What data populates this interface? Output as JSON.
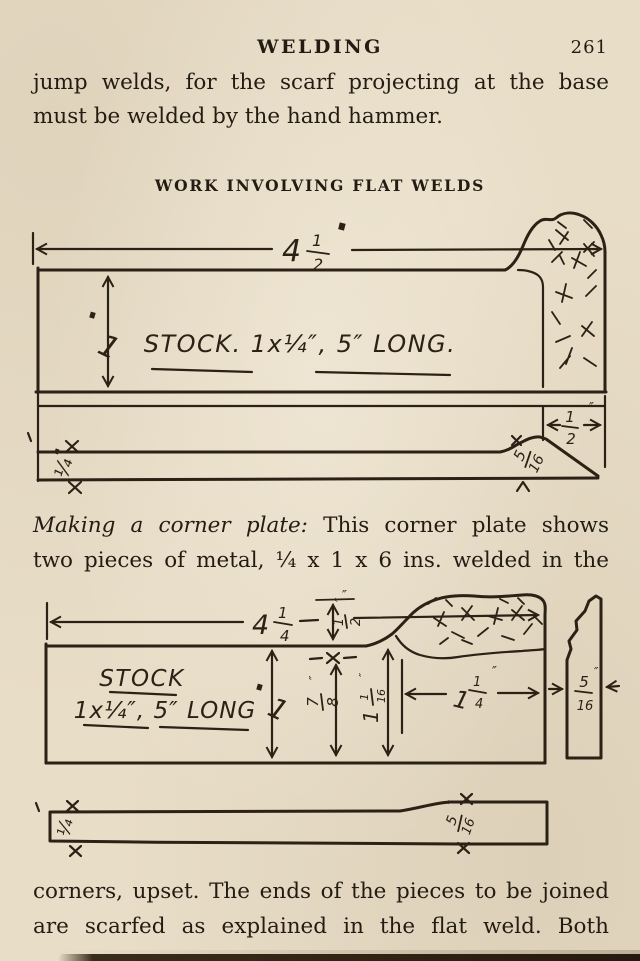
{
  "header": {
    "title": "WELDING",
    "page_number": "261"
  },
  "body": {
    "para1_line1": "jump welds, for the scarf projecting at the base",
    "para1_line2": "must be welded by the hand hammer.",
    "section_heading": "WORK INVOLVING FLAT WELDS",
    "para2_lead": "Making a corner plate:",
    "para2_line1_rest": "This corner plate shows",
    "para2_line2": "two pieces of metal, ¼ x 1 x 6 ins. welded in the",
    "para3_line1": "corners, upset.  The ends of the pieces to be joined",
    "para3_line2": "are scarfed as explained in the flat weld.  Both"
  },
  "figure1": {
    "stock_label": "STOCK. 1x¼″, 5″ LONG.",
    "width_dim": {
      "whole": "4",
      "num": "1",
      "den": "2"
    },
    "height_dim": {
      "label": "1"
    },
    "edge_thickness": "¼",
    "scarf_rise": {
      "num": "5",
      "den": "16"
    },
    "scarf_length": {
      "num": "1",
      "den": "2",
      "unit": "″"
    }
  },
  "figure2": {
    "stock_label_line1": "STOCK",
    "stock_label_line2": "1x¼″, 5″ LONG",
    "width_dim": {
      "whole": "4",
      "num": "1",
      "den": "4",
      "unit": "″"
    },
    "height_dim": {
      "label": "1"
    },
    "hump_rise": {
      "num": "1",
      "den": "2",
      "unit": "″"
    },
    "weld_depth": {
      "num": "7",
      "den": "8",
      "unit": "″"
    },
    "scarf_depth": {
      "whole": "1",
      "num": "1",
      "den": "16",
      "unit": "″"
    },
    "scarf_length": {
      "whole": "1",
      "num": "1",
      "den": "4",
      "unit": "″"
    },
    "edge_view_thickness": {
      "num": "5",
      "den": "16",
      "unit": "″"
    },
    "strip_thickness_left": "¼",
    "strip_thickness_right": {
      "num": "5",
      "den": "16",
      "unit": "″"
    }
  },
  "colors": {
    "paper": "#e8ddc7",
    "ink": "#2b2115"
  }
}
